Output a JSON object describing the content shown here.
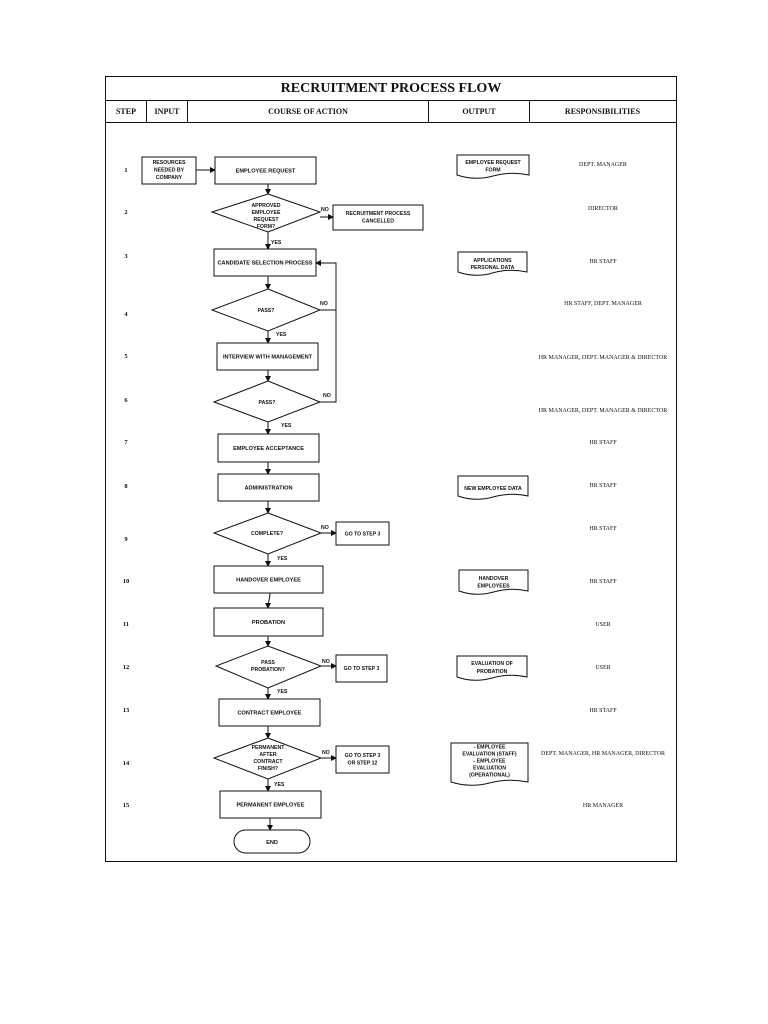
{
  "title": "RECRUITMENT PROCESS FLOW",
  "columns": [
    "STEP",
    "INPUT",
    "COURSE OF ACTION",
    "OUTPUT",
    "RESPONSIBILITIES"
  ],
  "steps": [
    "1",
    "2",
    "3",
    "4",
    "5",
    "6",
    "7",
    "8",
    "9",
    "10",
    "11",
    "12",
    "13",
    "14",
    "15"
  ],
  "input": [
    "RESOURCES",
    "NEEDED BY",
    "COMPANY"
  ],
  "actions": {
    "employee_request": "EMPLOYEE REQUEST",
    "approved": [
      "APPROVED",
      "EMPLOYEE",
      "REQUEST",
      "FORM?"
    ],
    "cancelled": [
      "RECRUITMENT PROCESS",
      "CANCELLED"
    ],
    "candidate_selection": "CANDIDATE SELECTION PROCESS",
    "pass1": "PASS?",
    "interview": "INTERVIEW WITH MANAGEMENT",
    "pass2": "PASS?",
    "acceptance": "EMPLOYEE ACCEPTANCE",
    "administration": "ADMINISTRATION",
    "complete": "COMPLETE?",
    "goto3a": "GO TO STEP 3",
    "handover": "HANDOVER EMPLOYEE",
    "probation": "PROBATION",
    "pass_probation": [
      "PASS",
      "PROBATION?"
    ],
    "goto3b": "GO TO STEP 3",
    "contract": "CONTRACT EMPLOYEE",
    "permanent_q": [
      "PERMANENT",
      "AFTER",
      "CONTRACT",
      "FINISH?"
    ],
    "goto3or12": [
      "GO TO STEP 3",
      "OR STEP 12"
    ],
    "permanent": "PERMANENT EMPLOYEE",
    "end": "END"
  },
  "labels": {
    "yes": "YES",
    "no": "NO"
  },
  "outputs": {
    "request_form": [
      "EMPLOYEE REQUEST",
      "FORM"
    ],
    "applications": [
      "APPLICATIONS",
      "PERSONAL DATA"
    ],
    "new_employee": "NEW EMPLOYEE DATA",
    "handover": [
      "HANDOVER",
      "EMPLOYEES"
    ],
    "evaluation_probation": [
      "EVALUATION OF",
      "PROBATION"
    ],
    "evaluation": [
      "- EMPLOYEE",
      "EVALUATION (STAFF)",
      "- EMPLOYEE",
      "EVALUATION",
      "(OPERATIONAL)"
    ]
  },
  "responsibilities": [
    "DEPT. MANAGER",
    "DIRECTOR",
    "HR STAFF",
    "HR STAFF, DEPT. MANAGER",
    "HR MANAGER, DEPT. MANAGER & DIRECTOR",
    "HR MANAGER, DEPT. MANAGER & DIRECTOR",
    "HR STAFF",
    "HR STAFF",
    "HR STAFF",
    "HR STAFF",
    "USER",
    "USER",
    "HR STAFF",
    "DEPT. MANAGER, HR MANAGER, DIRECTOR",
    "HR MANAGER"
  ]
}
